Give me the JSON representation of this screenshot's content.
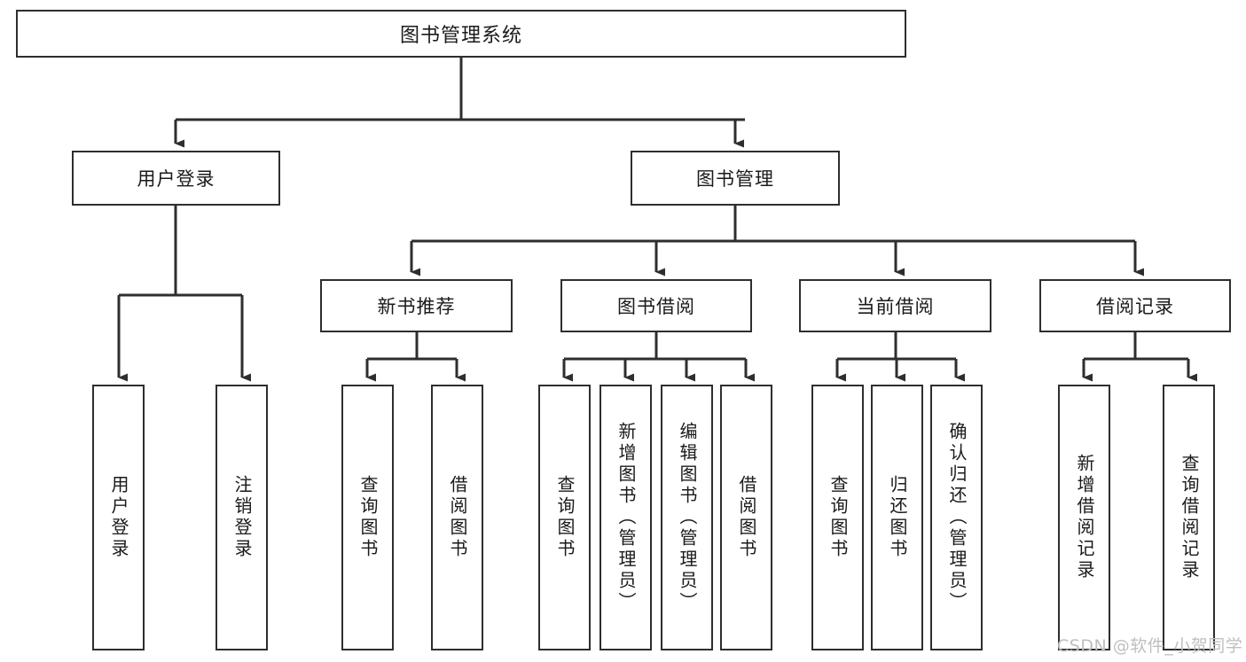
{
  "diagram": {
    "type": "tree-hierarchy",
    "title": "图书管理系统",
    "orientation": "top-down",
    "colors": {
      "box_border": "#2e2e2e",
      "box_fill": "#ffffff",
      "connector": "#2e2e2e",
      "text": "#1a1a1a",
      "watermark": "#bfbfbf",
      "background": "#ffffff"
    },
    "root": {
      "label": "图书管理系统"
    },
    "level2": [
      {
        "label": "用户登录"
      },
      {
        "label": "图书管理"
      }
    ],
    "level3": [
      {
        "label": "新书推荐"
      },
      {
        "label": "图书借阅"
      },
      {
        "label": "当前借阅"
      },
      {
        "label": "借阅记录"
      }
    ],
    "leaves": {
      "user_login": [
        {
          "label": "用户登录"
        },
        {
          "label": "注销登录"
        }
      ],
      "new_book_recommend": [
        {
          "label": "查询图书"
        },
        {
          "label": "借阅图书"
        }
      ],
      "book_borrow": [
        {
          "label": "查询图书"
        },
        {
          "label": "新增图书（管理员）"
        },
        {
          "label": "编辑图书（管理员）"
        },
        {
          "label": "借阅图书"
        }
      ],
      "current_borrow": [
        {
          "label": "查询图书"
        },
        {
          "label": "归还图书"
        },
        {
          "label": "确认归还（管理员）"
        }
      ],
      "borrow_record": [
        {
          "label": "新增借阅记录"
        },
        {
          "label": "查询借阅记录"
        }
      ]
    }
  },
  "watermark": {
    "text": "CSDN @软件_小贺同学"
  }
}
